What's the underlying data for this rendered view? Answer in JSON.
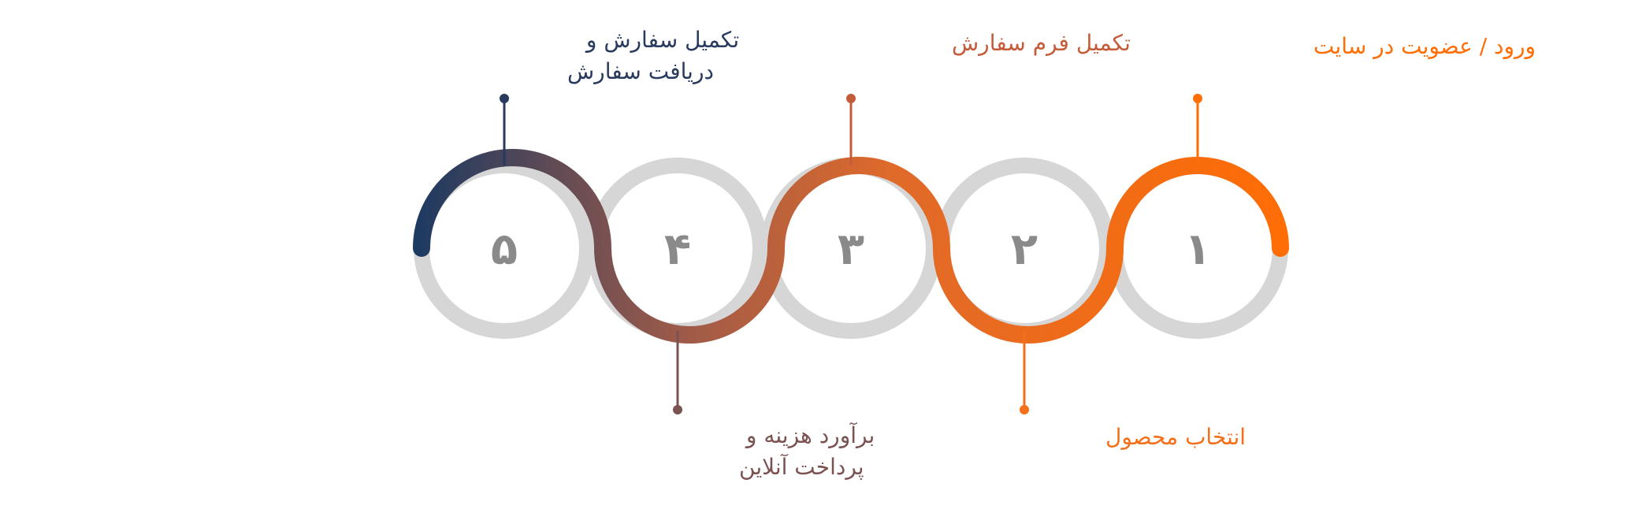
{
  "steps": [
    {
      "number": "۱",
      "label_lines": [
        "ورود / عضویت در سایت"
      ],
      "color": "#ff6d05"
    },
    {
      "number": "۲",
      "label_lines": [
        "انتخاب محصول"
      ],
      "color": "#f36f1a"
    },
    {
      "number": "۳",
      "label_lines": [
        "تکمیل فرم سفارش"
      ],
      "color": "#c45c3a"
    },
    {
      "number": "۴",
      "label_lines": [
        "برآورد هزینه و",
        "پرداخت آنلاین"
      ],
      "color": "#7a5250"
    },
    {
      "number": "۵",
      "label_lines": [
        "تکمیل سفارش و",
        "دریافت سفارش"
      ],
      "color": "#283a5e"
    }
  ],
  "colors": {
    "ring_gray": "#d6d6d6",
    "number_gray": "#8a8a8a",
    "gradient_start": "#ff6d05",
    "gradient_mid": "#9c5a4a",
    "gradient_end": "#1e3a61"
  }
}
